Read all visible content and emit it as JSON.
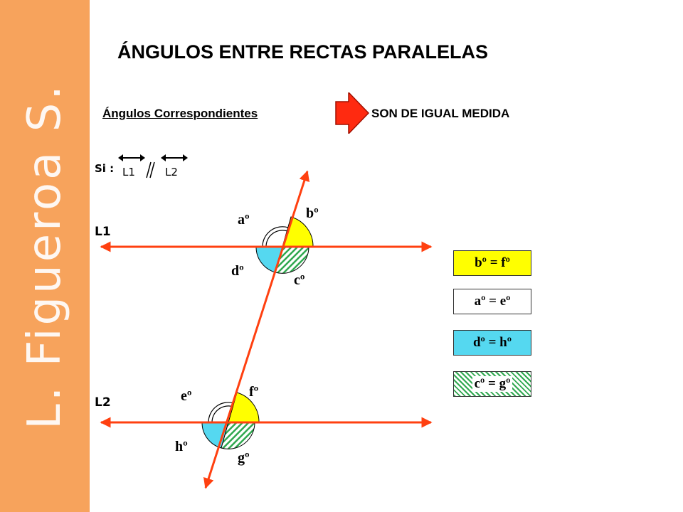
{
  "side_text": "L. Figueroa S.",
  "title": "ÁNGULOS ENTRE RECTAS PARALELAS",
  "subtitle": {
    "left": "Ángulos Correspondientes",
    "right": "SON DE IGUAL MEDIDA"
  },
  "condition": {
    "prefix": "Si :",
    "line1": "L1",
    "line2": "L2"
  },
  "line_labels": {
    "l1": "L1",
    "l2": "L2"
  },
  "angle_labels": {
    "a": "aº",
    "b": "bº",
    "c": "cº",
    "d": "dº",
    "e": "eº",
    "f": "fº",
    "g": "gº",
    "h": "hº"
  },
  "equalities": {
    "bf": "bº = fº",
    "ae": "aº = eº",
    "dh": "dº = hº",
    "cg": "cº = gº"
  },
  "colors": {
    "side_band": "#f7a35c",
    "lines": "#ff4010",
    "arrow": "#ff2a10",
    "yellow": "#ffff00",
    "cyan": "#55d8f0",
    "green_hatch": "#2fa84f"
  },
  "icons": [
    "right-arrow-icon",
    "double-arrow-icon",
    "parallel-icon"
  ]
}
